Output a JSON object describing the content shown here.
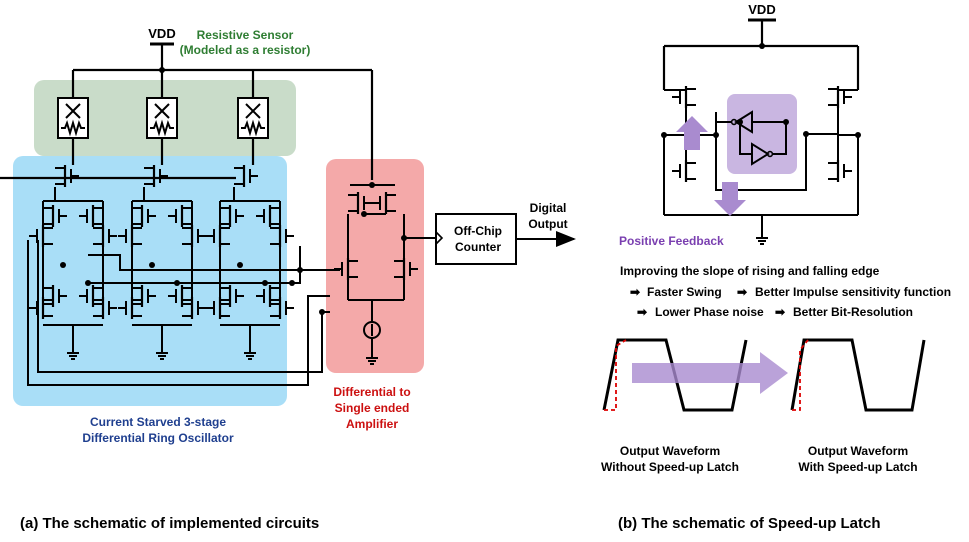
{
  "left_panel": {
    "vdd_label": "VDD",
    "sensor_label_line1": "Resistive Sensor",
    "sensor_label_line2": "(Modeled as a resistor)",
    "oscillator_label_line1": "Current Starved 3-stage",
    "oscillator_label_line2": "Differential Ring Oscillator",
    "amplifier_label_line1": "Differential to",
    "amplifier_label_line2": "Single ended",
    "amplifier_label_line3": "Amplifier",
    "counter_label_line1": "Off-Chip",
    "counter_label_line2": "Counter",
    "output_label_line1": "Digital",
    "output_label_line2": "Output",
    "caption": "(a) The schematic of implemented circuits"
  },
  "right_panel": {
    "vdd_label": "VDD",
    "feedback_label": "Positive Feedback",
    "heading": "Improving the slope of rising and falling edge",
    "benefit_1": "Faster Swing",
    "benefit_2": "Better Impulse sensitivity function",
    "benefit_3": "Lower Phase noise",
    "benefit_4": "Better Bit-Resolution",
    "waveform_left_line1": "Output Waveform",
    "waveform_left_line2": "Without Speed-up Latch",
    "waveform_right_line1": "Output Waveform",
    "waveform_right_line2": "With Speed-up Latch",
    "caption": "(b) The schematic of Speed-up Latch"
  },
  "colors": {
    "sensor_box": "#c9dcc9",
    "oscillator_box": "#a9def7",
    "amplifier_box": "#f4a9a9",
    "latch_core": "#c9b6e1",
    "feedback_arrow": "#a98bcf",
    "sensor_text": "#2e7d32",
    "oscillator_text": "#1f3f8f",
    "amplifier_text": "#cc1010",
    "feedback_text": "#7a3fb0",
    "waveform_dash": "#dd0000"
  }
}
